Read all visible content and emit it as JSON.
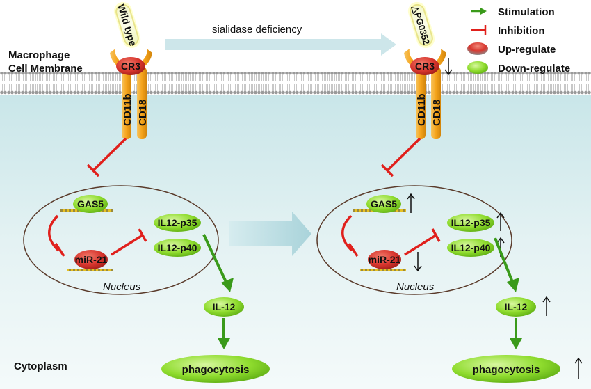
{
  "header": {
    "arrow_label": "sialidase deficiency",
    "membrane_label_line1": "Macrophage",
    "membrane_label_line2": "Cell Membrane"
  },
  "legend": {
    "stimulation": "Stimulation",
    "inhibition": "Inhibition",
    "up_regulate": "Up-regulate",
    "down_regulate": "Down-regulate"
  },
  "left_panel": {
    "bacterium": "Wild type",
    "receptor": "CR3",
    "subunit_a": "CD11b",
    "subunit_b": "CD18",
    "gas5": "GAS5",
    "mir21": "miR-21",
    "p35": "IL12-p35",
    "p40": "IL12-p40",
    "nucleus": "Nucleus",
    "il12": "IL-12",
    "phagocytosis": "phagocytosis"
  },
  "right_panel": {
    "bacterium": "△PG0352",
    "receptor": "CR3",
    "subunit_a": "CD11b",
    "subunit_b": "CD18",
    "gas5": "GAS5",
    "mir21": "miR-21",
    "p35": "IL12-p35",
    "p40": "IL12-p40",
    "nucleus": "Nucleus",
    "il12": "IL-12",
    "phagocytosis": "phagocytosis"
  },
  "cytoplasm_label": "Cytoplasm",
  "colors": {
    "stimulation": "#3a9a1a",
    "inhibition": "#e0201c",
    "up_regulate": "#d8362e",
    "down_regulate": "#7ed321",
    "cytoplasm": "#dbeef0",
    "receptor_arm": "#f5a31a"
  }
}
